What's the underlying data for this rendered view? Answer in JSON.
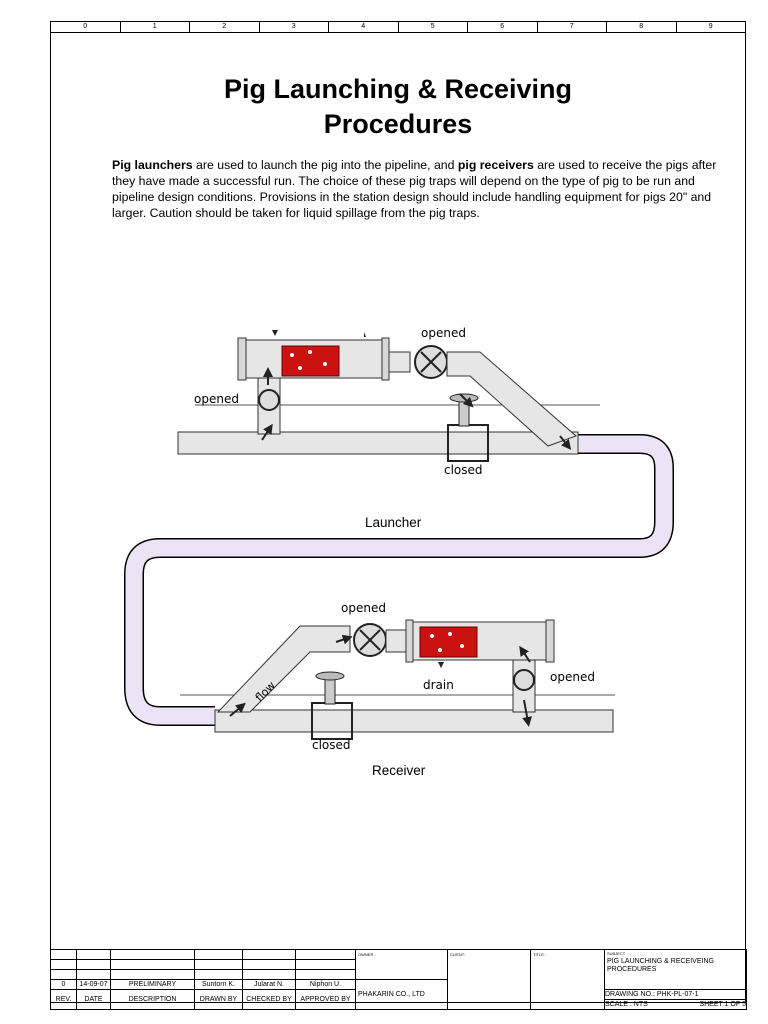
{
  "ruler": [
    "0",
    "1",
    "2",
    "3",
    "4",
    "5",
    "6",
    "7",
    "8",
    "9"
  ],
  "title_line1": "Pig Launching & Receiving",
  "title_line2": "Procedures",
  "intro": {
    "b1": "Pig launchers",
    "t1": " are used to launch the pig into the pipeline, and ",
    "b2": "pig receivers",
    "t2": " are used to receive the pigs after they have made a successful run. The choice of these pig traps will depend on the type of pig to be run and pipeline design conditions. Provisions in the station design should include handling equipment for pigs 20\" and larger. Caution should be taken for liquid spillage from the pig traps."
  },
  "diagram": {
    "launcher_opened_1": "opened",
    "launcher_opened_2": "opened",
    "launcher_closed": "closed",
    "launcher_caption": "Launcher",
    "receiver_opened_1": "opened",
    "receiver_opened_2": "opened",
    "receiver_closed": "closed",
    "receiver_drain": "drain",
    "receiver_flow": "flow",
    "receiver_caption": "Receiver",
    "pipe_color": "#ece4f6",
    "pig_color": "#cc1111"
  },
  "titleblock": {
    "rev": "0",
    "date": "14-09-07",
    "description": "PRELIMINARY",
    "drawn_by": "Suntorn K.",
    "checked_by": "Jularat N.",
    "approved_by": "Niphon U.",
    "h_rev": "REV.",
    "h_date": "DATE",
    "h_desc": "DESCRIPTION",
    "h_drawn": "DRAWN BY",
    "h_checked": "CHECKED BY",
    "h_approved": "APPROVED BY",
    "owner_label": "OWNER :",
    "owner": "PHAKARIN CO., LTD",
    "client_label": "CLIENT:",
    "title_label": "TITLE :",
    "subject_label": "SUBJECT",
    "subject_1": "PIG LAUNCHING & RECEIVEING",
    "subject_2": "PROCEDURES",
    "drawing_no": "DRAWING NO.: PHK-PL-07-1",
    "scale": "SCALE : NTS",
    "sheet": "SHEET 1 OF 5"
  }
}
